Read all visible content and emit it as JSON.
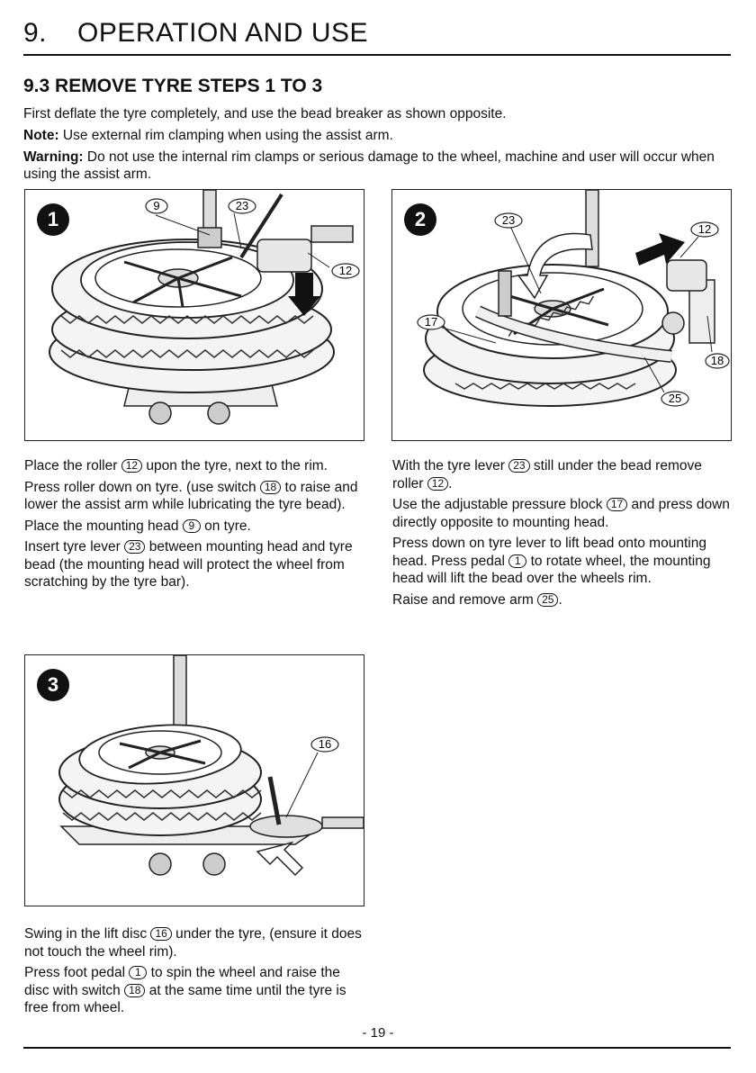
{
  "header": {
    "chapter_number": "9.",
    "chapter_title": "OPERATION AND USE",
    "section_title": "9.3 REMOVE TYRE STEPS 1 TO 3"
  },
  "intro": {
    "line1": "First deflate the tyre completely, and use the bead breaker as shown opposite.",
    "note_label": "Note:",
    "note_text": " Use external rim clamping when using the assist arm.",
    "warning_label": "Warning:",
    "warning_text": " Do not use the internal rim clamps or serious damage to the wheel, machine and user will occur when using the assist arm."
  },
  "panels": {
    "step1": {
      "badge": "1",
      "callouts": [
        "9",
        "23",
        "12"
      ]
    },
    "step2": {
      "badge": "2",
      "callouts": [
        "23",
        "12",
        "17",
        "18",
        "25"
      ]
    },
    "step3": {
      "badge": "3",
      "callouts": [
        "16"
      ]
    }
  },
  "step1_text": {
    "p1a": "Place the roller ",
    "p1ref": "12",
    "p1b": " upon the tyre, next to the rim.",
    "p2a": "Press roller down on tyre. (use switch ",
    "p2ref": "18",
    "p2b": " to raise and lower the assist arm while lubricating the tyre bead).",
    "p3a": "Place the mounting head ",
    "p3ref": "9",
    "p3b": " on tyre.",
    "p4a": "Insert tyre lever ",
    "p4ref": "23",
    "p4b": " between mounting head and tyre bead (the mounting head will protect the wheel from scratching by the tyre bar)."
  },
  "step2_text": {
    "p1a": "With the tyre lever ",
    "p1ref": "23",
    "p1b": " still under the bead remove roller ",
    "p1ref2": "12",
    "p1c": ".",
    "p2a": "Use the adjustable pressure block ",
    "p2ref": "17",
    "p2b": " and press down directly opposite to mounting head.",
    "p3a": "Press down on tyre lever to lift bead onto mounting head. Press pedal ",
    "p3ref": "1",
    "p3b": " to rotate wheel, the mounting head will lift the bead over the wheels rim.",
    "p4a": "Raise and remove arm ",
    "p4ref": "25",
    "p4b": "."
  },
  "step3_text": {
    "p1a": "Swing in the lift disc ",
    "p1ref": "16",
    "p1b": " under the tyre, (ensure it does not touch the wheel rim).",
    "p2a": "Press foot pedal ",
    "p2ref": "1",
    "p2b": " to spin the wheel and raise the disc with switch ",
    "p2ref2": "18",
    "p2b2": " at the same time until the tyre is free from wheel."
  },
  "footer": {
    "page_number": "- 19 -"
  }
}
